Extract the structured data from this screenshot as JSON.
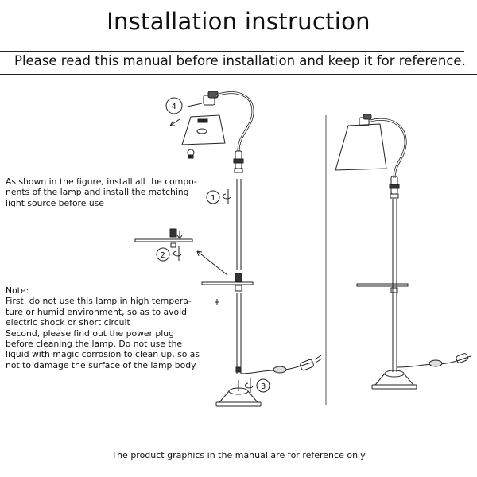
{
  "title": "Installation instruction",
  "subtitle": "Please read this manual before installation and keep it for reference.",
  "instructions": [
    "As shown in the figure, install all the compo-",
    "nents of the lamp and install the matching",
    "light source before use"
  ],
  "notes": [
    "Note:",
    "First, do not use this lamp in high tempera-",
    "ture or humid environment, so as to avoid",
    "electric shock or short circuit",
    "Second, please find out the power plug",
    "before cleaning the lamp. Do not use the",
    "liquid with magic corrosion to clean up, so as",
    "not to damage the surface of the lamp body"
  ],
  "steps": [
    "1",
    "2",
    "3",
    "4"
  ],
  "footer": "The product graphics in the manual are for reference only"
}
